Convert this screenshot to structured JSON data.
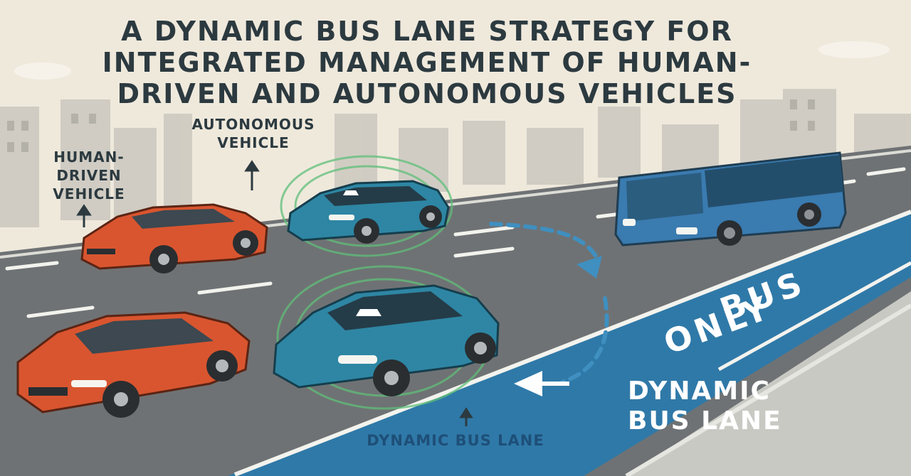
{
  "title": "A DYNAMIC BUS LANE STRATEGY FOR INTEGRATED MANAGEMENT OF HUMAN-DRIVEN AND AUTONOMOUS VEHICLES",
  "labels": {
    "human_driven": "HUMAN-DRIVEN VEHICLE",
    "autonomous": "AUTONOMOUS VEHICLE",
    "dynamic_bus_lane_bottom": "DYNAMIC BUS LANE",
    "dynamic_bus_lane_big": "DYNAMIC BUS LANE",
    "bus_marking_line1": "BUS",
    "bus_marking_line2": "ONLY"
  },
  "colors": {
    "sky": "#efe9dc",
    "road": "#6b6e70",
    "bus_lane": "#2f79a8",
    "human_car": "#d9552f",
    "autonomous_car": "#2e86a4",
    "bus": "#3a7bb0",
    "sensor_ring": "#5fbf7a",
    "text": "#2c3a40"
  }
}
